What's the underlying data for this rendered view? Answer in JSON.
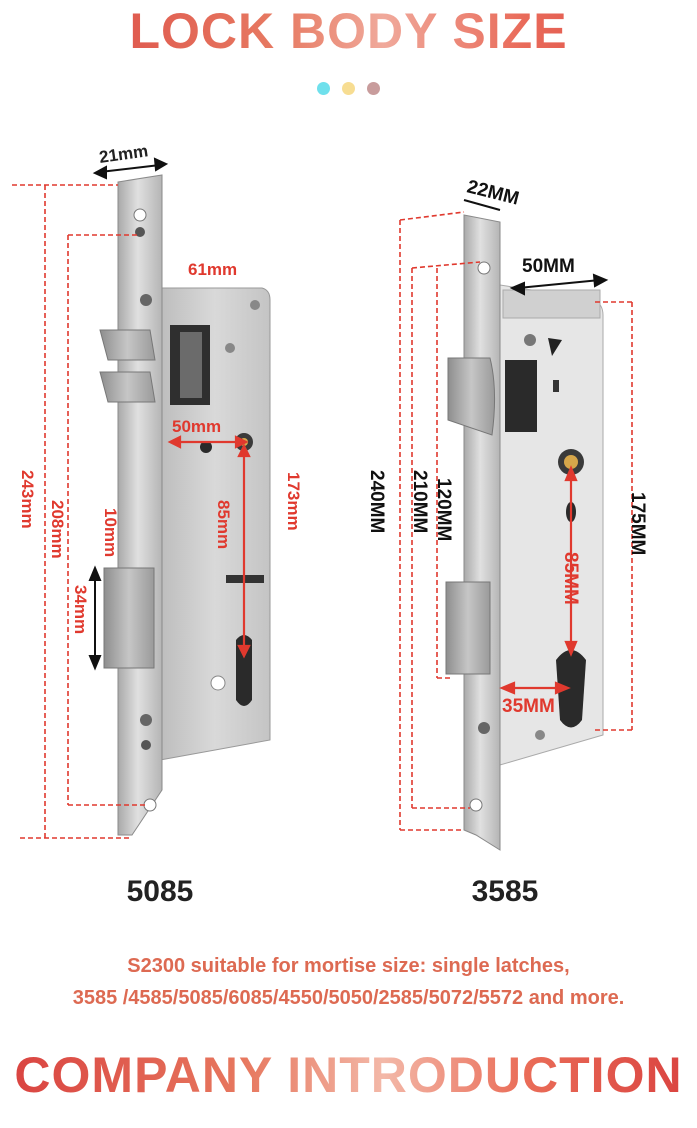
{
  "header": {
    "title": "LOCK BODY SIZE"
  },
  "dots": [
    {
      "name": "dot-cyan",
      "color": "#6fe0ec"
    },
    {
      "name": "dot-yellow",
      "color": "#f7dd92"
    },
    {
      "name": "dot-mauve",
      "color": "#c89c9c"
    }
  ],
  "left_lock": {
    "model": "5085",
    "dims": {
      "faceplate_width": "21mm",
      "case_depth": "61mm",
      "backset": "50mm",
      "center_distance": "85mm",
      "case_height": "173mm",
      "total_height": "243mm",
      "hole_distance": "208mm",
      "latch_offset": "10mm",
      "bolt_height": "34mm"
    }
  },
  "right_lock": {
    "model": "3585",
    "dims": {
      "faceplate_width": "22MM",
      "case_depth": "50MM",
      "total_height": "240MM",
      "hole_distance": "210MM",
      "latch_distance": "120MM",
      "center_distance": "85MM",
      "case_height": "175MM",
      "backset": "35MM"
    }
  },
  "caption": {
    "line1": "S2300 suitable for mortise size: single latches,",
    "line2": "3585 /4585/5085/6085/4550/5050/2585/5072/5572 and more."
  },
  "footer": {
    "title": "COMPANY INTRODUCTION"
  },
  "colors": {
    "accent": "#dd6a52",
    "dim_red": "#e0392e",
    "steel": "#c9c9c9"
  }
}
